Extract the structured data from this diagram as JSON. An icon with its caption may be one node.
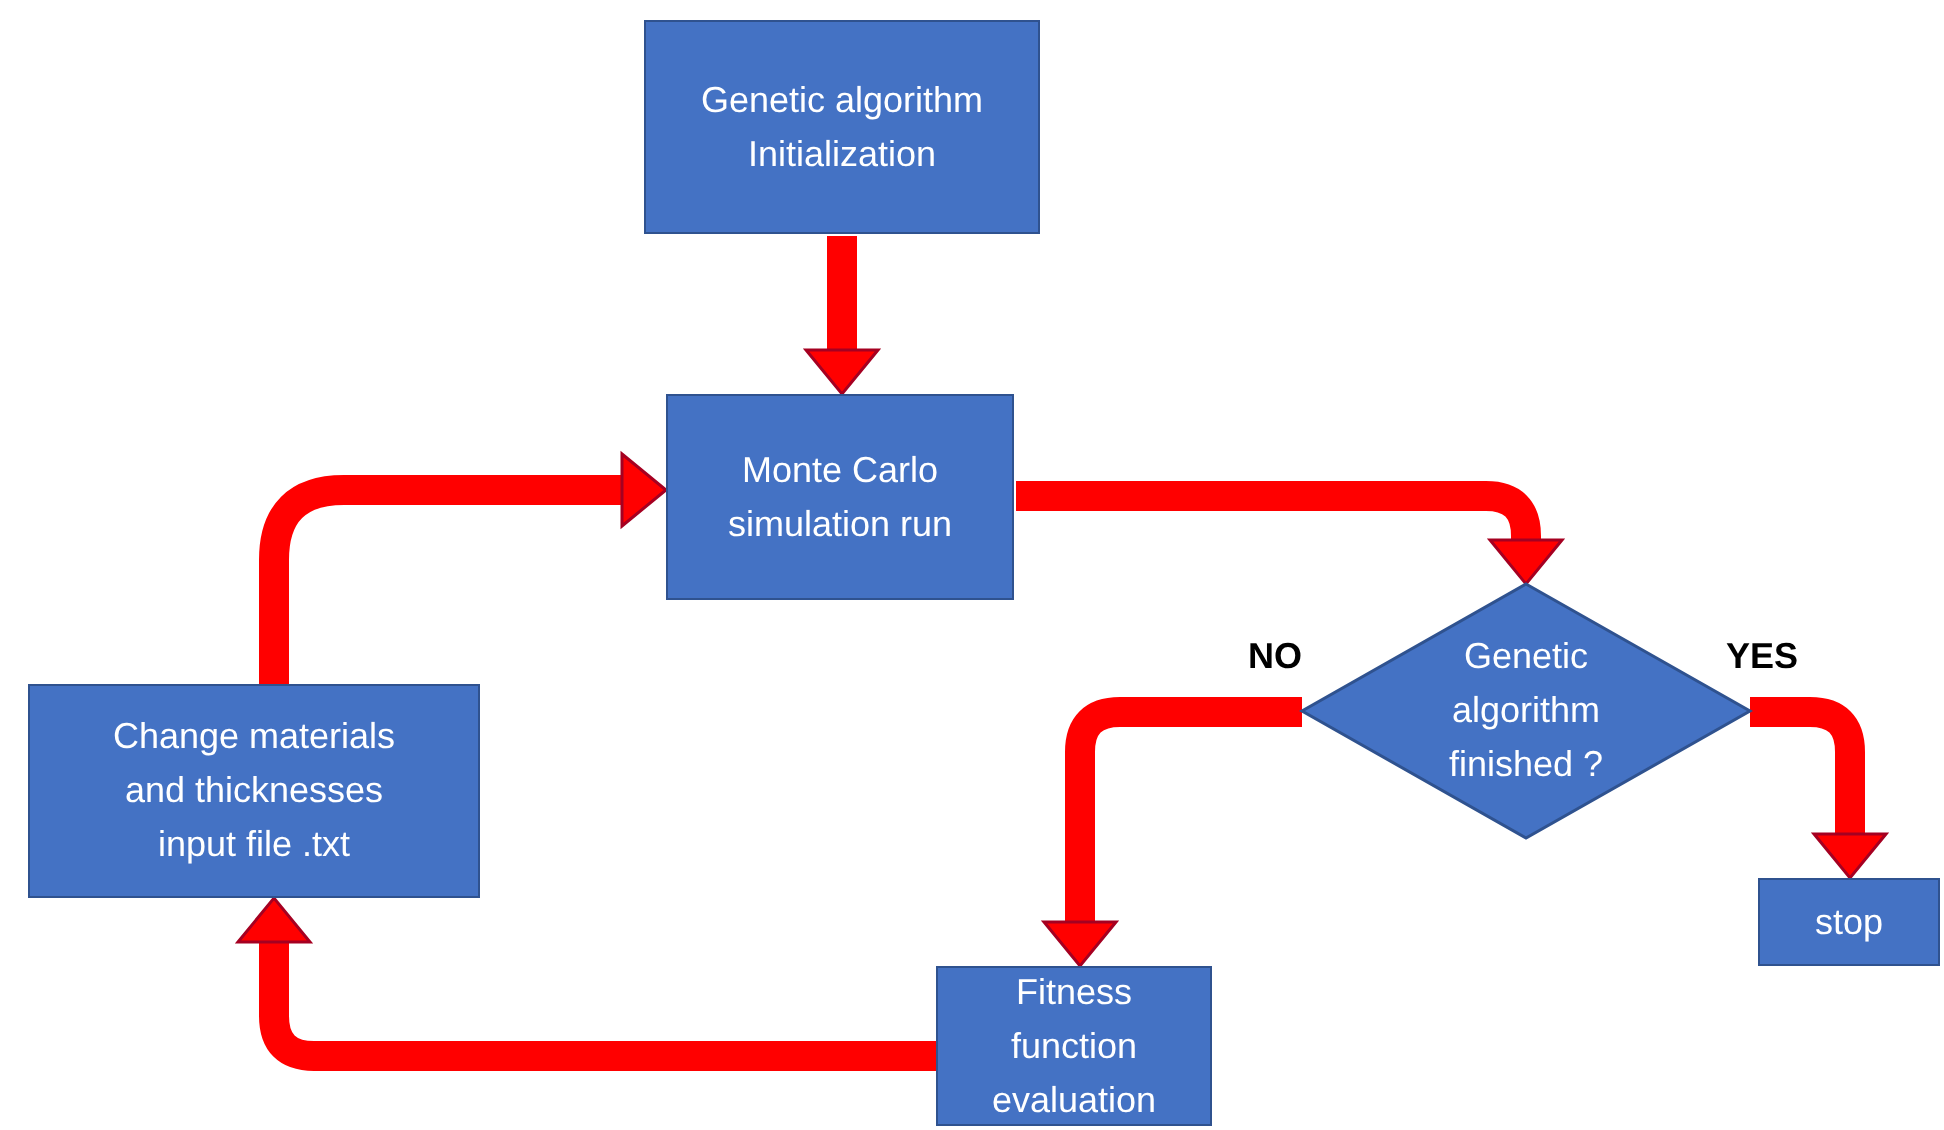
{
  "diagram": {
    "nodes": [
      {
        "text": [
          "Genetic algorithm Initialization"
        ]
      },
      {
        "text": [
          "Monte Carlo simulation run"
        ]
      },
      {
        "text": [
          "Genetic algorithm finished ?"
        ]
      },
      {
        "text": [
          "stop"
        ]
      },
      {
        "text": [
          "Fitness function evaluation"
        ]
      },
      {
        "text": [
          "Change materials and thicknesses input file .txt"
        ]
      }
    ],
    "edges": [
      {
        "from": 0,
        "to": 1,
        "arrow": "to"
      },
      {
        "from": 1,
        "to": 2,
        "arrow": "to"
      },
      {
        "from": 2,
        "to": 4,
        "arrow": "to",
        "label": "NO"
      },
      {
        "from": 2,
        "to": 3,
        "arrow": "to",
        "label": "YES"
      },
      {
        "from": 4,
        "to": 5,
        "arrow": "to"
      },
      {
        "from": 5,
        "to": 1,
        "arrow": "to"
      }
    ]
  }
}
